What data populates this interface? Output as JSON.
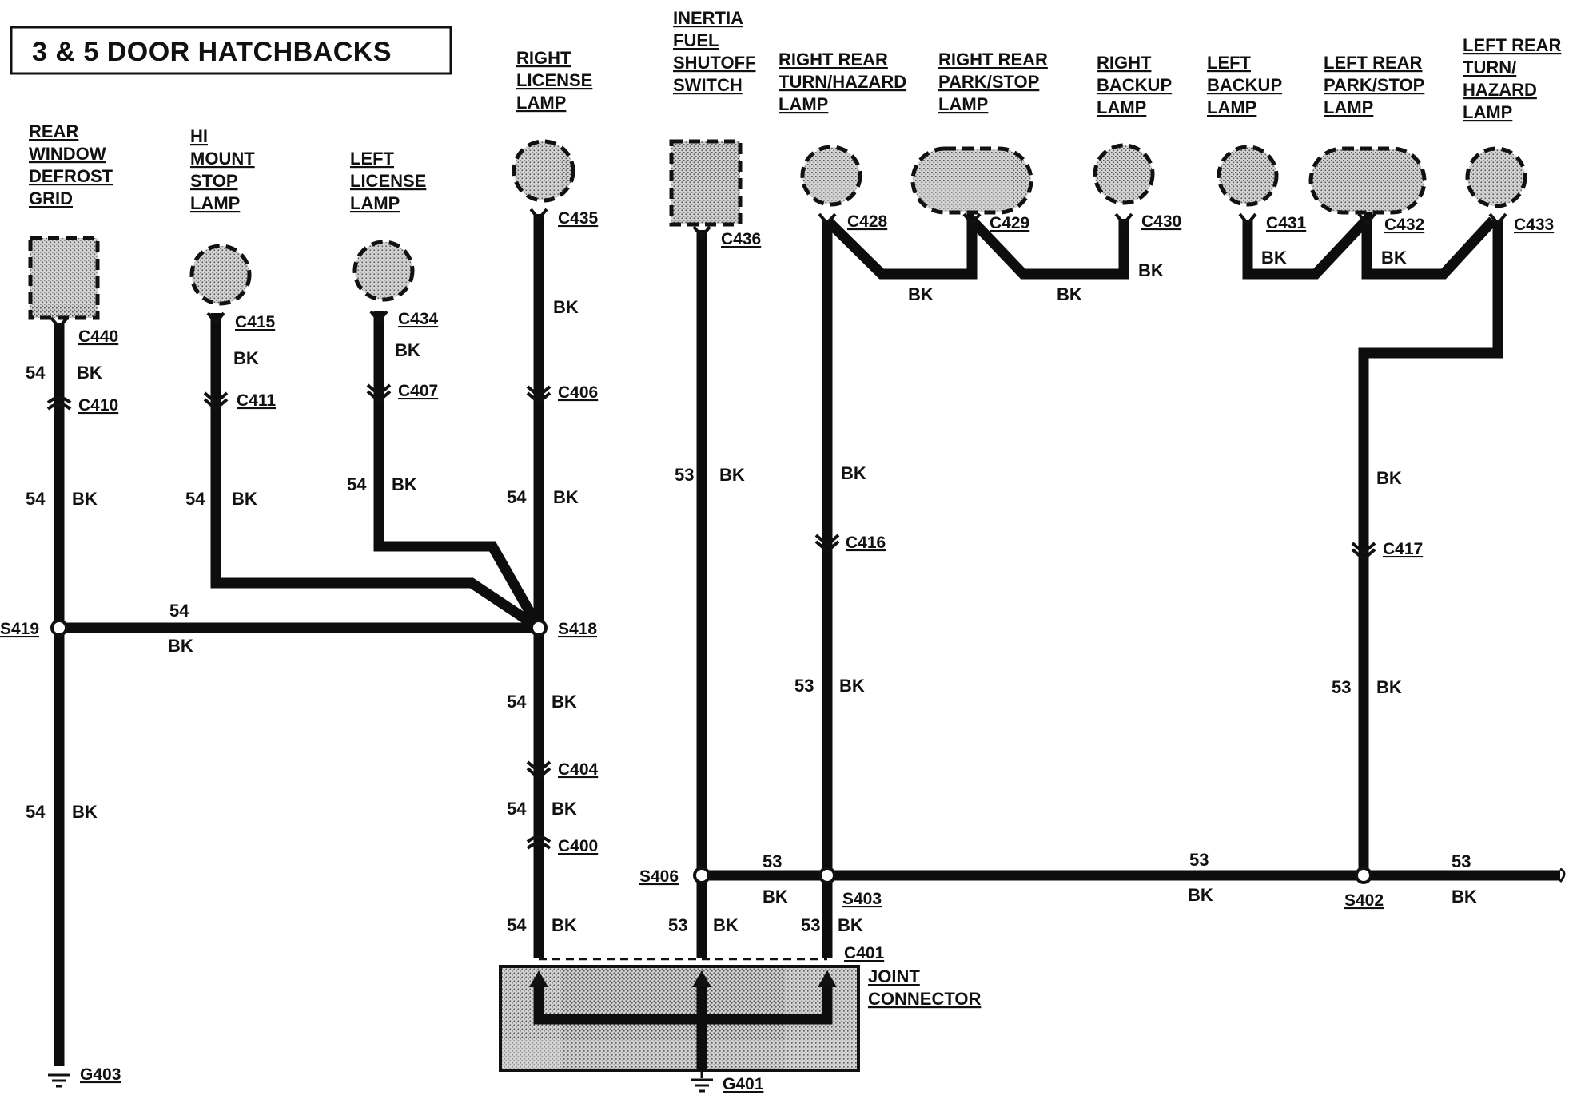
{
  "title": "3 & 5 DOOR HATCHBACKS",
  "components": {
    "rear_window_defrost_grid": [
      "REAR",
      "WINDOW",
      "DEFROST",
      "GRID"
    ],
    "hi_mount_stop_lamp": [
      "HI",
      "MOUNT",
      "STOP",
      "LAMP"
    ],
    "left_license_lamp": [
      "LEFT",
      "LICENSE",
      "LAMP"
    ],
    "right_license_lamp": [
      "RIGHT",
      "LICENSE",
      "LAMP"
    ],
    "inertia_fuel_shutoff_switch": [
      "INERTIA",
      "FUEL",
      "SHUTOFF",
      "SWITCH"
    ],
    "right_rear_turn_hazard_lamp": [
      "RIGHT REAR",
      "TURN/HAZARD",
      "LAMP"
    ],
    "right_rear_park_stop_lamp": [
      "RIGHT REAR",
      "PARK/STOP",
      "LAMP"
    ],
    "right_backup_lamp": [
      "RIGHT",
      "BACKUP",
      "LAMP"
    ],
    "left_backup_lamp": [
      "LEFT",
      "BACKUP",
      "LAMP"
    ],
    "left_rear_park_stop_lamp": [
      "LEFT REAR",
      "PARK/STOP",
      "LAMP"
    ],
    "left_rear_turn_hazard_lamp": [
      "LEFT REAR",
      "TURN/",
      "HAZARD",
      "LAMP"
    ],
    "joint_connector": [
      "JOINT",
      "CONNECTOR"
    ]
  },
  "connectors": {
    "c440": "C440",
    "c410": "C410",
    "c415": "C415",
    "c411": "C411",
    "c434": "C434",
    "c407": "C407",
    "c435": "C435",
    "c406": "C406",
    "c404": "C404",
    "c400": "C400",
    "c436": "C436",
    "c428": "C428",
    "c429": "C429",
    "c430": "C430",
    "c431": "C431",
    "c432": "C432",
    "c433": "C433",
    "c416": "C416",
    "c417": "C417",
    "c401": "C401"
  },
  "splices": {
    "s419": "S419",
    "s418": "S418",
    "s406": "S406",
    "s403": "S403",
    "s402": "S402"
  },
  "grounds": {
    "g403": "G403",
    "g401": "G401"
  },
  "wire_labels": {
    "color_bk": "BK",
    "circuit_54": "54",
    "circuit_53": "53"
  },
  "colors": {
    "wire": "#0d0d0d",
    "component_fill": "#bdbdbd",
    "background": "#ffffff"
  }
}
